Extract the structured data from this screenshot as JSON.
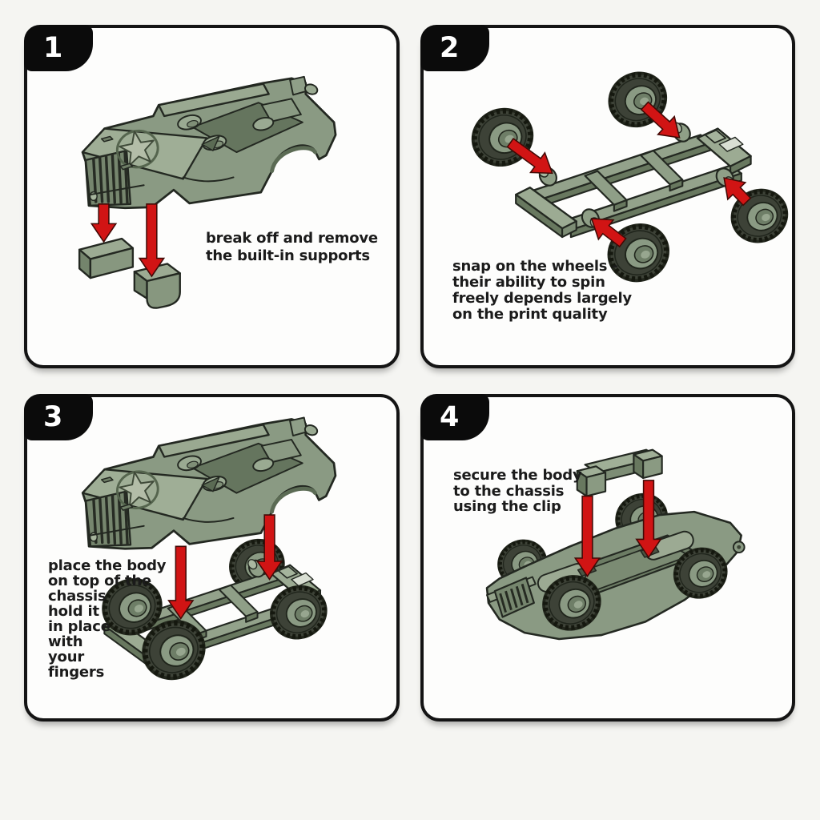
{
  "sheet": {
    "title_visible": false,
    "colors": {
      "page_bg": "#f5f5f2",
      "panel_bg": "#fdfdfc",
      "panel_border": "#141414",
      "badge_bg": "#0b0b0b",
      "badge_text": "#ffffff",
      "caption_text": "#1b1b1b",
      "jeep_green": "#8a9a83",
      "jeep_green_light": "#9fae96",
      "jeep_green_dark": "#75856d",
      "tire_dark": "#3d4237",
      "arrow_red": "#d11414"
    }
  },
  "panels": [
    {
      "number": "1",
      "caption": "break off and remove\nthe built-in supports",
      "illustration": "jeep body with two red arrows removing two support blocks"
    },
    {
      "number": "2",
      "caption": "snap on the wheels -\ntheir ability to spin\nfreely depends largely\non the print quality",
      "illustration": "ladder chassis with four wheels and red arrows pointing to axle stubs"
    },
    {
      "number": "3",
      "caption": "place the body\non top of the\nchassis\nhold it\nin place\nwith\nyour\nfingers",
      "illustration": "jeep body lowered by two red arrows onto wheeled chassis"
    },
    {
      "number": "4",
      "caption": "secure the body\nto the chassis\nusing the clip",
      "illustration": "upside-down jeep with clip bracket and two red arrows"
    }
  ]
}
